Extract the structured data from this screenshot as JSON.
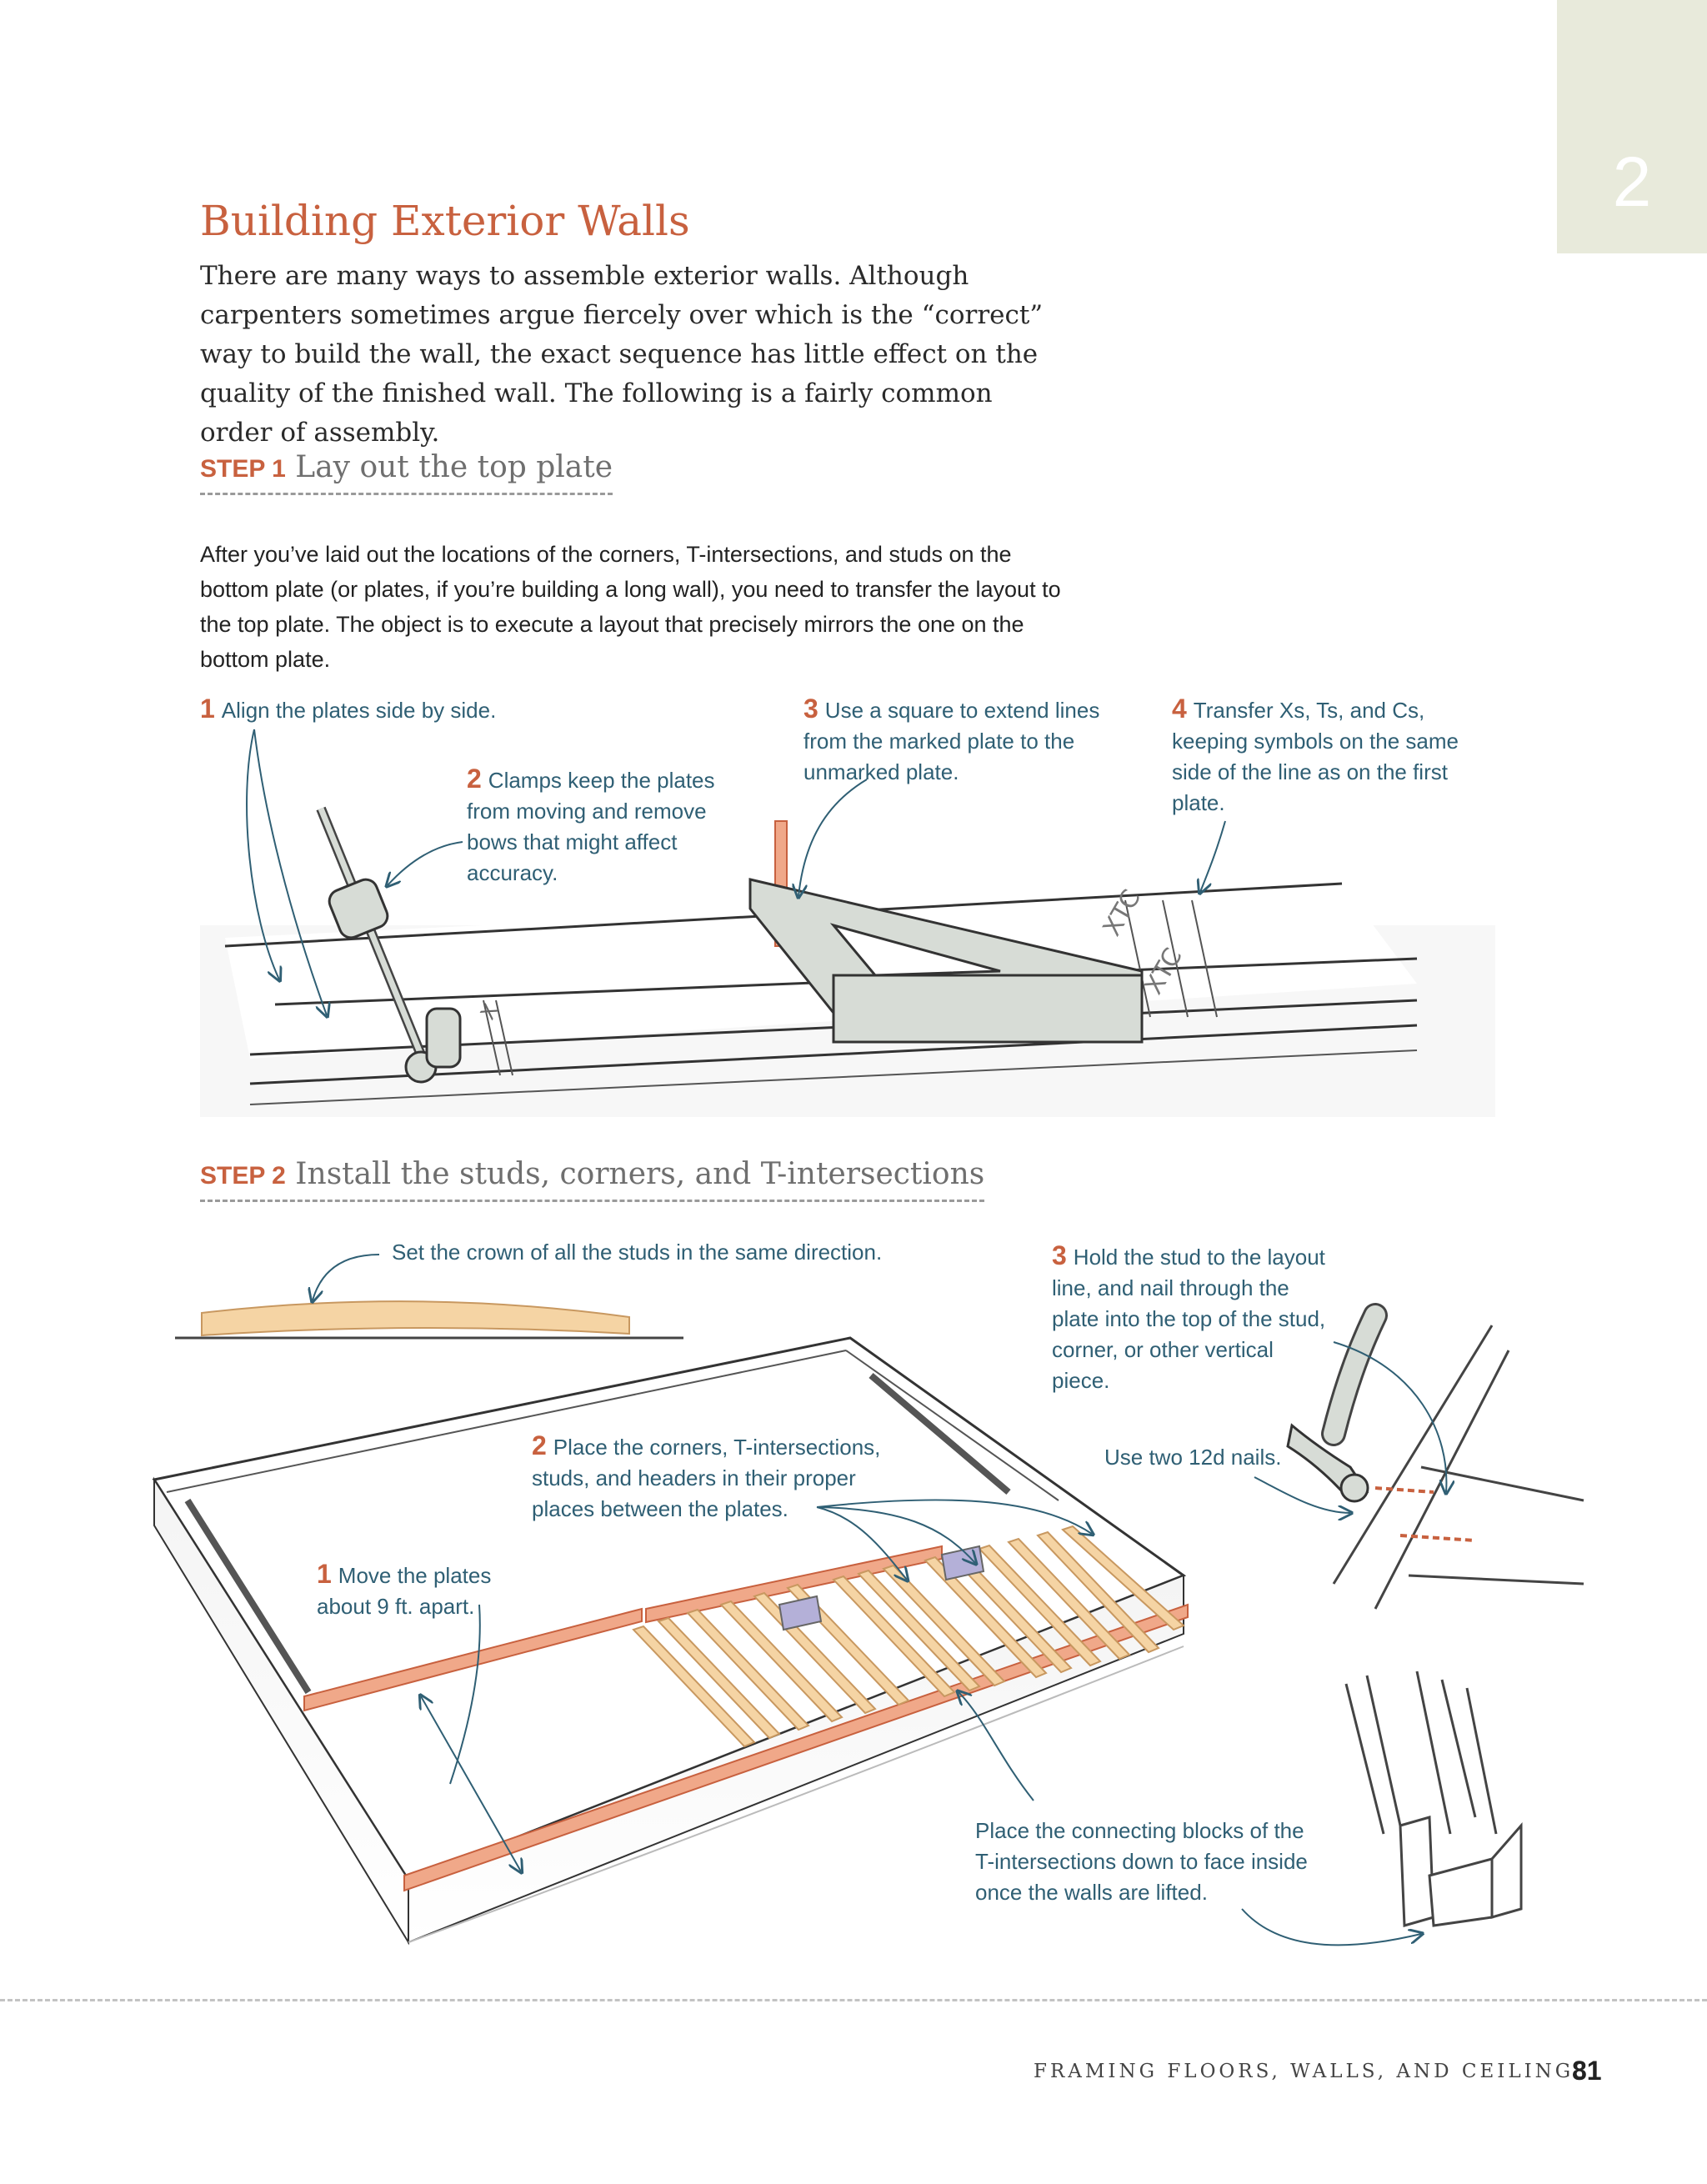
{
  "chapter_tab": {
    "number": "2"
  },
  "section": {
    "title": "Building Exterior Walls",
    "intro": "There are many ways to assemble exterior walls. Although carpenters sometimes argue fiercely over which is the “correct” way to build the wall, the exact sequence has little effect on the quality of the finished wall. The following is a fairly common order of assembly."
  },
  "step1": {
    "label": "STEP 1",
    "title": "Lay out the top plate",
    "text": "After you’ve laid out the locations of the corners, T-intersections, and studs on the bottom plate (or plates, if you’re building a long wall), you need to transfer the layout to the top plate. The object is to execute a layout that precisely mirrors the one on the bottom plate.",
    "callouts": [
      {
        "num": "1",
        "text": "Align the plates side by side."
      },
      {
        "num": "2",
        "text": "Clamps keep the plates from moving and remove bows that might affect accuracy."
      },
      {
        "num": "3",
        "text": "Use a square to extend lines from the marked plate to the unmarked plate."
      },
      {
        "num": "4",
        "text": "Transfer Xs, Ts, and Cs, keeping symbols on the same side of the line as on the first plate."
      }
    ]
  },
  "step2": {
    "label": "STEP 2",
    "title": "Install the studs, corners, and T-intersections",
    "callouts": {
      "crown": "Set the crown of all the studs in the same direction.",
      "c1": {
        "num": "1",
        "text": "Move the plates about 9 ft. apart."
      },
      "c2": {
        "num": "2",
        "text": "Place the corners, T-intersections, studs, and headers in their proper places between the plates."
      },
      "c3": {
        "num": "3",
        "text": "Hold the stud to the layout line, and nail through the plate into the top of the stud, corner, or other vertical piece."
      },
      "nails": "Use two 12d nails.",
      "blocks": "Place the connecting blocks of the T-intersections down to face inside once the walls are lifted."
    }
  },
  "footer": {
    "running_head": "FRAMING FLOORS, WALLS, AND CEILINGS",
    "page_number": "81"
  },
  "colors": {
    "accent": "#c8613f",
    "callout_text": "#2f5f74",
    "chapter_tab": "#e8eadb",
    "lumber": "#f5d4a4",
    "plate": "#f0a889",
    "steel": "#d7dcd6"
  }
}
